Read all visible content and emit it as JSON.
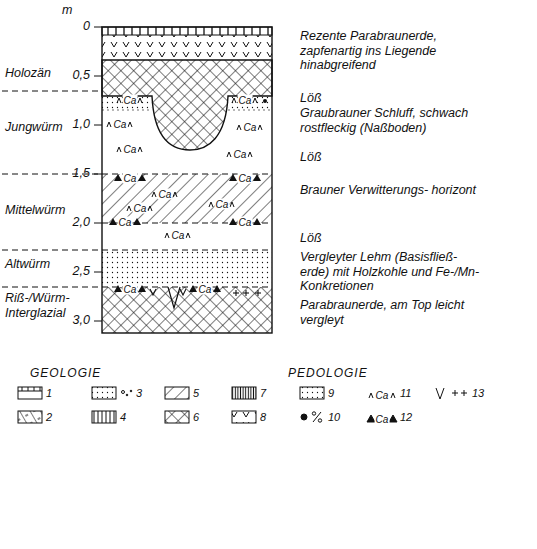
{
  "diagram": {
    "labels": [
      "m",
      "0",
      "0,5",
      "1,0",
      "1,5",
      "2,0",
      "2,5",
      "3,0",
      "Holozän",
      "Jungwürm",
      "Mittelwürm",
      "Altwürm",
      "Riß-/Würm- Interglazial",
      "Rezente Parabraunerde, zapfenartig ins Liegende hinabgreifend",
      "Löß",
      "Graubrauner Schluff, schwach rostfleckig (Naßboden)",
      "Löß",
      "Brauner Verwitterungs- horizont",
      "Löß",
      "Vergleyter Lehm (Basisfließ- erde) mit Holzkohle und Fe-/Mn-Konkretionen",
      "Parabraunerde, am Top leicht vergleyt",
      "Ca",
      "Ca",
      "Ca",
      "Ca",
      "Ca",
      "Ca",
      "Ca",
      "Ca",
      "Ca",
      "Ca",
      "Ca",
      "Ca",
      "Ca",
      "Ca",
      "Ca",
      "Ca",
      "Ca",
      "Ca",
      "GEOLOGIE",
      "PEDOLOGIE"
    ],
    "legend": [
      {
        "text": "1"
      },
      {
        "text": "2"
      },
      {
        "text": "3"
      },
      {
        "text": "4"
      },
      {
        "text": "5"
      },
      {
        "text": "6"
      },
      {
        "text": "7"
      },
      {
        "text": "8"
      },
      {
        "text": "9"
      },
      {
        "text": "10"
      },
      {
        "text": "11"
      },
      {
        "text": "12"
      },
      {
        "text": "13"
      }
    ]
  }
}
